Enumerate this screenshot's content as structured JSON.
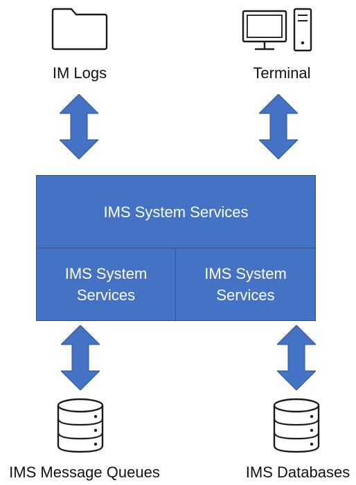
{
  "top_left": {
    "label": "IM Logs",
    "icon": "folder-icon"
  },
  "top_right": {
    "label": "Terminal",
    "icon": "computer-terminal-icon"
  },
  "block": {
    "top": {
      "label": "IMS System Services"
    },
    "bottom_left": {
      "line1": "IMS System",
      "line2": "Services"
    },
    "bottom_right": {
      "line1": "IMS System",
      "line2": "Services"
    },
    "fill_color": "#4472c4",
    "border_color": "#2f528f"
  },
  "bottom_left": {
    "label": "IMS Message Queues",
    "icon": "database-icon"
  },
  "bottom_right": {
    "label": "IMS Databases",
    "icon": "database-icon"
  },
  "arrow_color": "#4472c4"
}
